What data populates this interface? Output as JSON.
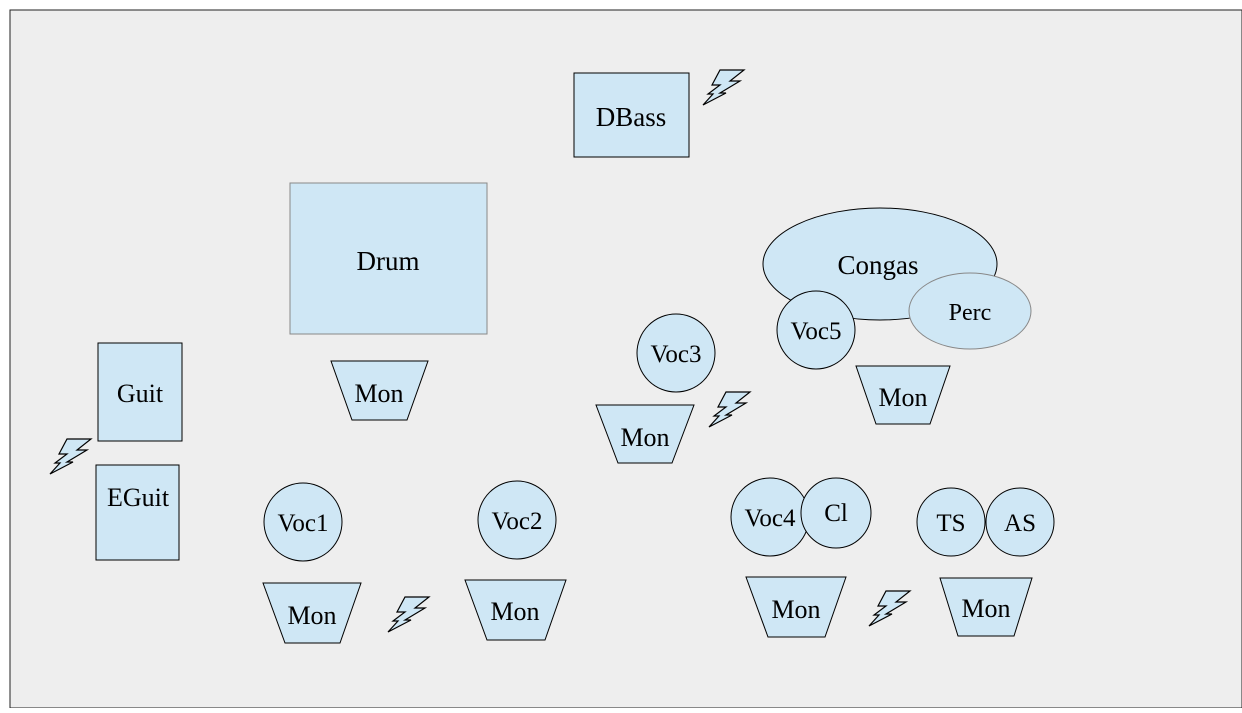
{
  "colors": {
    "background": "#eeeeee",
    "frame": "#222222",
    "fill": "#cfe7f5",
    "stroke": "#000000",
    "light_stroke": "#888888"
  },
  "labels": {
    "dbass": "DBass",
    "drum": "Drum",
    "congas": "Congas",
    "perc": "Perc",
    "voc5": "Voc5",
    "voc3": "Voc3",
    "guit": "Guit",
    "eguit": "EGuit",
    "voc1": "Voc1",
    "voc2": "Voc2",
    "voc4": "Voc4",
    "cl": "Cl",
    "ts": "TS",
    "as": "AS",
    "monitor": "Mon"
  },
  "icons": {
    "power": "lightning-bolt-icon"
  }
}
